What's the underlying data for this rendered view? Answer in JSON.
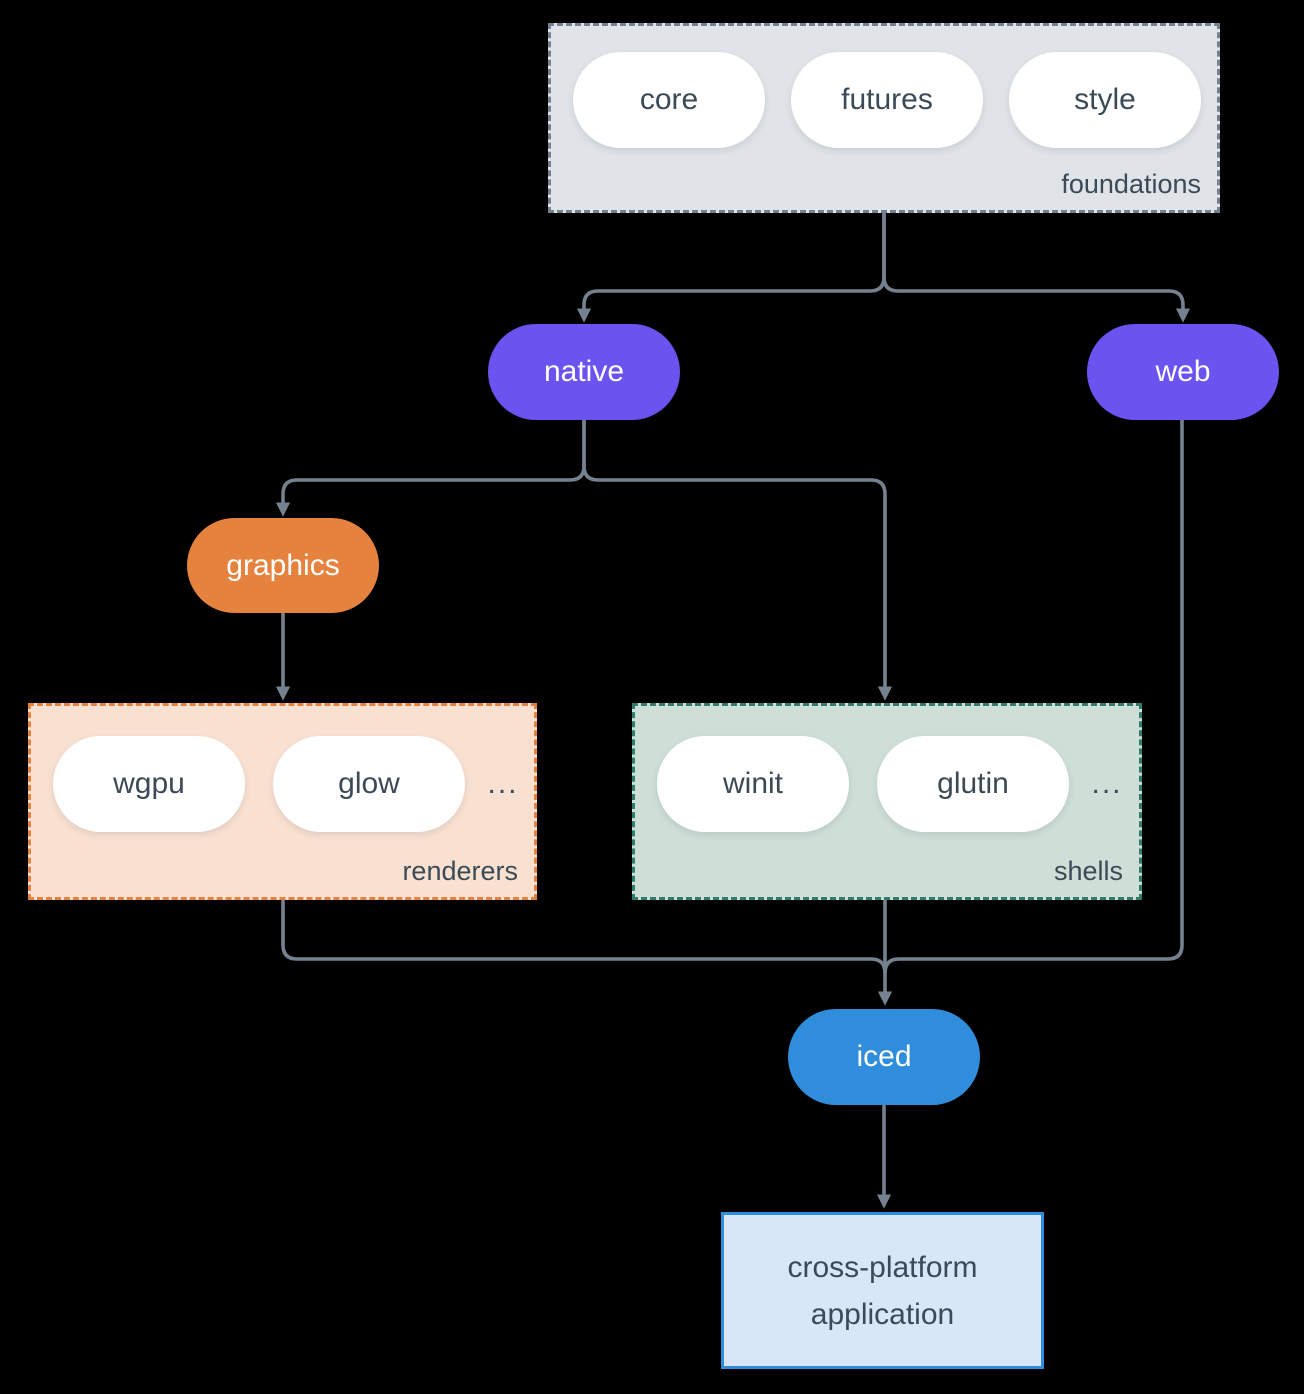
{
  "diagram": {
    "colors": {
      "background": "#000000",
      "arrow": "#75818F",
      "purple": "#6A53EF",
      "orange": "#E5823E",
      "blue": "#2F8DDB",
      "teal_border": "#2F7D6C",
      "slate_border": "#75818F",
      "dark_text": "#3B4A56",
      "foundations_fill": "#E0E4E8",
      "renderers_fill": "#F9E1D1",
      "shells_fill": "#CEDFD7",
      "application_fill": "#D7E7F8"
    },
    "foundations": {
      "label": "foundations",
      "items": [
        "core",
        "futures",
        "style"
      ]
    },
    "native": {
      "label": "native"
    },
    "web": {
      "label": "web"
    },
    "graphics": {
      "label": "graphics"
    },
    "renderers": {
      "label": "renderers",
      "items": [
        "wgpu",
        "glow"
      ],
      "more": "..."
    },
    "shells": {
      "label": "shells",
      "items": [
        "winit",
        "glutin"
      ],
      "more": "..."
    },
    "iced": {
      "label": "iced"
    },
    "application": {
      "label": "cross-platform application"
    }
  }
}
